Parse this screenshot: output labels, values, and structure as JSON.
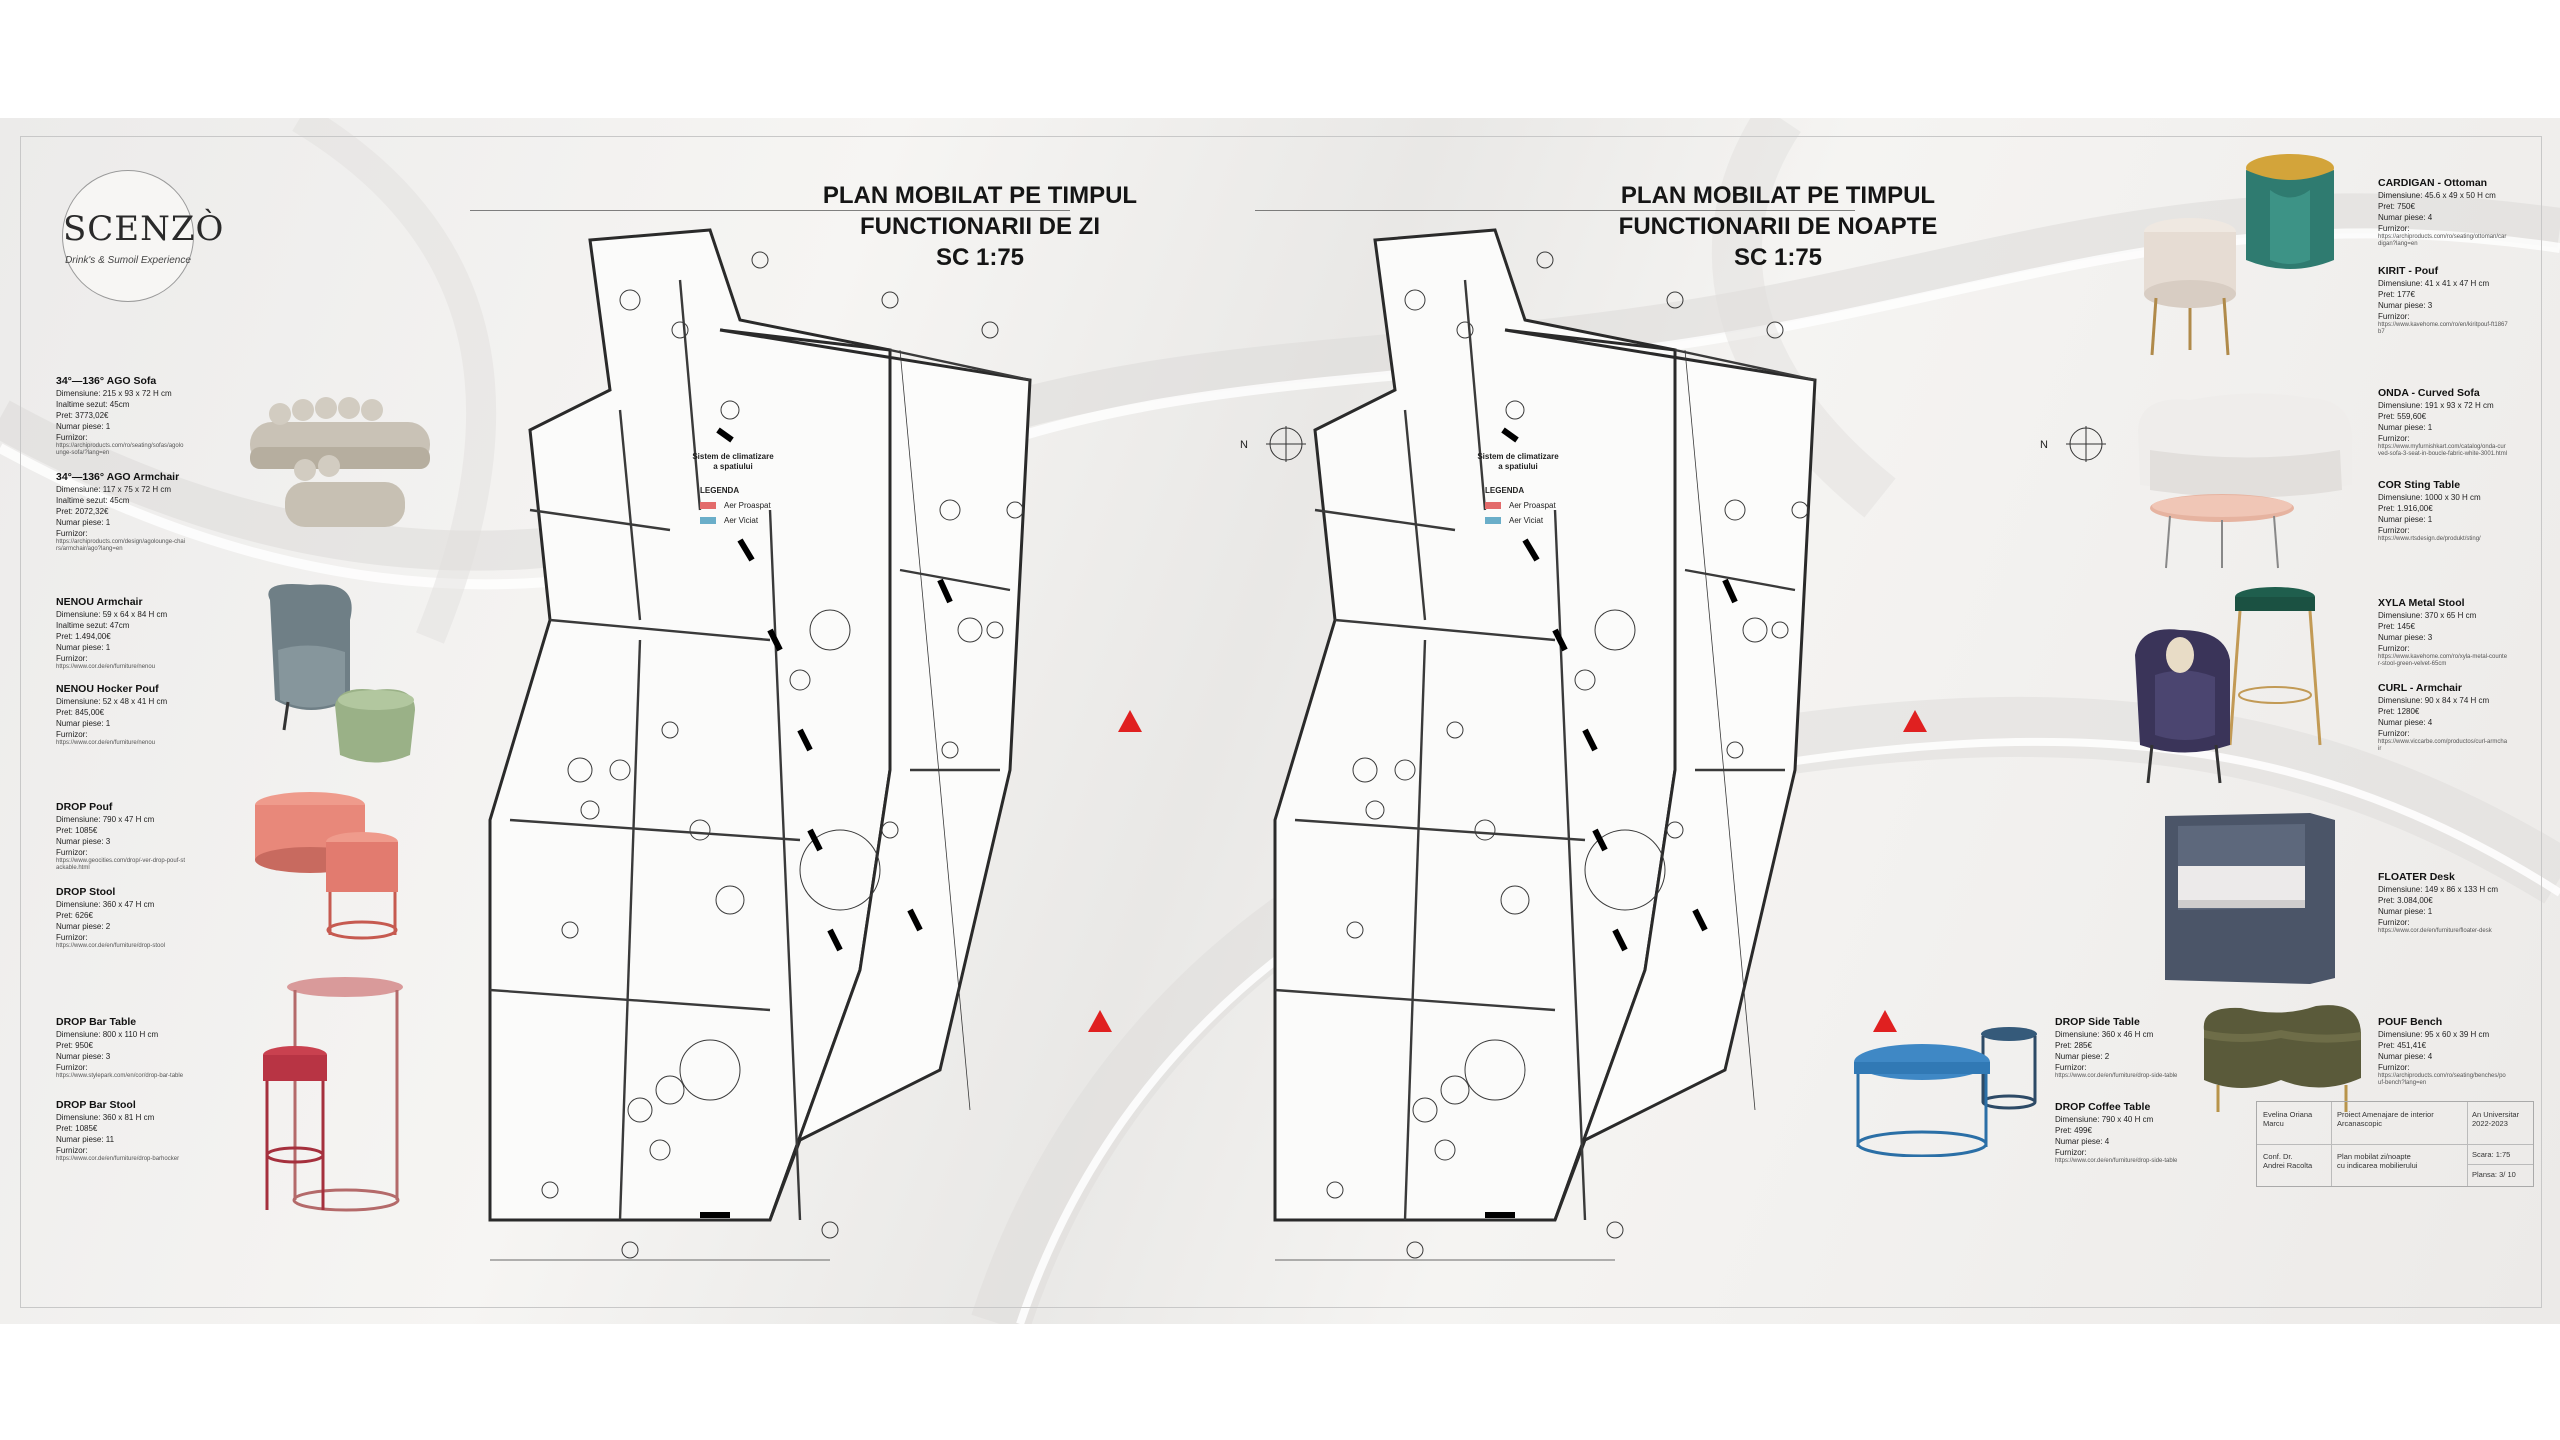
{
  "brand": {
    "name": "SCENZÒ",
    "tagline": "Drink's & Sumoil Experience"
  },
  "plans": [
    {
      "title_lines": [
        "PLAN MOBILAT PE TIMPUL",
        "FUNCTIONARII DE ZI",
        "SC 1:75"
      ]
    },
    {
      "title_lines": [
        "PLAN MOBILAT PE TIMPUL",
        "FUNCTIONARII DE NOAPTE",
        "SC 1:75"
      ]
    }
  ],
  "legend": {
    "title_lines": [
      "Sistem de climatizare",
      "a spatiului"
    ],
    "heading": "LEGENDA",
    "items": [
      {
        "label": "Aer Proaspat",
        "color": "#e36b6b"
      },
      {
        "label": "Aer Viciat",
        "color": "#6aaec9"
      }
    ]
  },
  "products_left": [
    {
      "name": "34°—136° AGO Sofa",
      "lines": [
        "Dimensiune: 215 x 93 x 72 H cm",
        "Inaltime sezut: 45cm",
        "Pret: 3773,02€",
        "Numar piese: 1",
        "Furnizor:"
      ],
      "url": "https://archiproducts.com/ro/seating/sofas/agolounge-sofa/?lang=en"
    },
    {
      "name": "34°—136° AGO Armchair",
      "lines": [
        "Dimensiune: 117 x 75 x 72 H cm",
        "Inaltime sezut: 45cm",
        "Pret: 2072,32€",
        "Numar piese: 1",
        "Furnizor:"
      ],
      "url": "https://archiproducts.com/design/agolounge-chairs/armchair/ago?lang=en"
    },
    {
      "name": "NENOU Armchair",
      "lines": [
        "Dimensiune: 59 x 64 x 84 H cm",
        "Inaltime sezut: 47cm",
        "Pret: 1.494,00€",
        "Numar piese: 1",
        "Furnizor:"
      ],
      "url": "https://www.cor.de/en/furniture/nenou"
    },
    {
      "name": "NENOU Hocker Pouf",
      "lines": [
        "Dimensiune: 52 x 48 x 41 H cm",
        "Pret: 845,00€",
        "Numar piese: 1",
        "Furnizor:"
      ],
      "url": "https://www.cor.de/en/furniture/nenou"
    },
    {
      "name": "DROP Pouf",
      "lines": [
        "Dimensiune: 790 x 47 H cm",
        "Pret: 1085€",
        "Numar piese: 3",
        "Furnizor:"
      ],
      "url": "https://www.geocities.com/drop/-ver-drop-pouf-stackable.html"
    },
    {
      "name": "DROP Stool",
      "lines": [
        "Dimensiune: 360 x 47 H cm",
        "Pret: 626€",
        "Numar piese: 2",
        "Furnizor:"
      ],
      "url": "https://www.cor.de/en/furniture/drop-stool"
    },
    {
      "name": "DROP Bar Table",
      "lines": [
        "Dimensiune: 800 x 110 H cm",
        "Pret: 950€",
        "Numar piese: 3",
        "Furnizor:"
      ],
      "url": "https://www.stylepark.com/en/cor/drop-bar-table"
    },
    {
      "name": "DROP Bar Stool",
      "lines": [
        "Dimensiune: 360 x 81 H cm",
        "Pret: 1085€",
        "Numar piese: 11",
        "Furnizor:"
      ],
      "url": "https://www.cor.de/en/furniture/drop-barhocker"
    }
  ],
  "products_right": [
    {
      "name": "CARDIGAN - Ottoman",
      "lines": [
        "Dimensiune: 45.6 x 49 x 50 H cm",
        "Pret: 750€",
        "Numar piese: 4",
        "Furnizor:"
      ],
      "url": "https://archiproducts.com/ro/seating/ottoman/cardigan?lang=en"
    },
    {
      "name": "KIRIT - Pouf",
      "lines": [
        "Dimensiune: 41 x 41 x 47 H cm",
        "Pret: 177€",
        "Numar piese: 3",
        "Furnizor:"
      ],
      "url": "https://www.kavehome.com/ro/en/kiritpouf-ft1867b7"
    },
    {
      "name": "ONDA - Curved Sofa",
      "lines": [
        "Dimensiune: 191 x 93 x 72 H cm",
        "Pret: 559,60€",
        "Numar piese: 1",
        "Furnizor:"
      ],
      "url": "https://www.myfurnishkart.com/catalog/onda-curved-sofa-3-seat-in-boucle-fabric-white-3001.html"
    },
    {
      "name": "COR Sting Table",
      "lines": [
        "Dimensiune: 1000 x 30 H cm",
        "Pret: 1.916,00€",
        "Numar piese: 1",
        "Furnizor:"
      ],
      "url": "https://www.rtsdesign.de/produkt/sting/"
    },
    {
      "name": "XYLA Metal Stool",
      "lines": [
        "Dimensiune: 370 x 65 H cm",
        "Pret: 145€",
        "Numar piese: 3",
        "Furnizor:"
      ],
      "url": "https://www.kavehome.com/ro/xyla-metal-counter-stool-green-velvet-65cm"
    },
    {
      "name": "CURL - Armchair",
      "lines": [
        "Dimensiune: 90 x 84 x 74 H cm",
        "Pret: 1280€",
        "Numar piese: 4",
        "Furnizor:"
      ],
      "url": "https://www.viccarbe.com/productos/curl-armchair"
    },
    {
      "name": "FLOATER Desk",
      "lines": [
        "Dimensiune: 149 x 86 x 133 H cm",
        "Pret: 3.084,00€",
        "Numar piese: 1",
        "Furnizor:"
      ],
      "url": "https://www.cor.de/en/furniture/floater-desk"
    },
    {
      "name": "DROP Side Table",
      "lines": [
        "Dimensiune: 360 x 46 H cm",
        "Pret: 285€",
        "Numar piese: 2",
        "Furnizor:"
      ],
      "url": "https://www.cor.de/en/furniture/drop-side-table"
    },
    {
      "name": "DROP Coffee Table",
      "lines": [
        "Dimensiune: 790 x 40 H cm",
        "Pret: 499€",
        "Numar piese: 4",
        "Furnizor:"
      ],
      "url": "https://www.cor.de/en/furniture/drop-side-table"
    },
    {
      "name": "POUF Bench",
      "lines": [
        "Dimensiune: 95 x 60 x 39 H cm",
        "Pret: 451,41€",
        "Numar piese: 4",
        "Furnizor:"
      ],
      "url": "https://archiproducts.com/ro/seating/benches/pouf-bench?lang=en"
    }
  ],
  "title_block": {
    "author": [
      "Evelina Oriana",
      "Marcu"
    ],
    "project": [
      "Proiect Amenajare de interior",
      "Arcanascopic"
    ],
    "year": [
      "An Universitar",
      "2022-2023"
    ],
    "tutor": [
      "Conf. Dr.",
      "Andrei Racolta"
    ],
    "sheet_title": [
      "Plan mobilat zi/noapte",
      "cu indicarea mobilierului"
    ],
    "scale": "Scara: 1:75",
    "sheet_no": "Plansa: 3/ 10"
  },
  "colors": {
    "fresh_air": "#e36b6b",
    "stale_air": "#6aaec9",
    "accent_red": "#e02020"
  }
}
